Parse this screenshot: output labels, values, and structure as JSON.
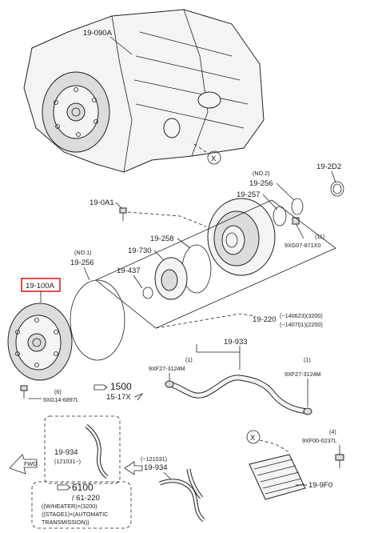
{
  "labels": {
    "transmission": "19-090A",
    "x_mark": "X",
    "oil_pump_group": "19-2D2",
    "no2": "(NO.2)",
    "p_19_256_top": "19-256",
    "p_19_257": "19-257",
    "p_19_0a1": "19-0A1",
    "p_19_258": "19-258",
    "p_19_730": "19-730",
    "p_19_437": "19-437",
    "qty_11": "(11)",
    "bolt_9xg07": "9XG07-871X0",
    "no1": "(NO.1)",
    "p_19_256_left": "19-256",
    "converter": "19-100A",
    "p_19_220": "19-220",
    "date_a": "(−140623)(3200)",
    "date_b": "(−140701)(2200)",
    "p_19_933": "19-933",
    "qty_1a": "(1)",
    "clamp_left": "9XF27-3124M",
    "qty_1b": "(1)",
    "clamp_right": "9XF27-3124M",
    "ref_1500": "1500",
    "ref_15_17x": "15-17X",
    "qty_6": "(6)",
    "bolt_9xg14": "9XG14-6897L",
    "x_mark_lower": "X",
    "qty_4": "(4)",
    "bolt_9xf00": "9XF00-0237L",
    "p_19_934_a": "19-934",
    "date_c": "(121031−)",
    "date_d": "(−121031)",
    "p_19_934_b": "19-934",
    "fwd": "FWD",
    "ref_6100": "6100",
    "ref_61_220": "/ 61-220",
    "cond_1": "((W/HEATER)×(3200)",
    "cond_2": "((STAGE1)×(AUTOMATIC",
    "cond_3": "TRANSMISSION))",
    "cooler": "19-9F0"
  },
  "colors": {
    "highlight": "#e02020",
    "line": "#222222"
  }
}
